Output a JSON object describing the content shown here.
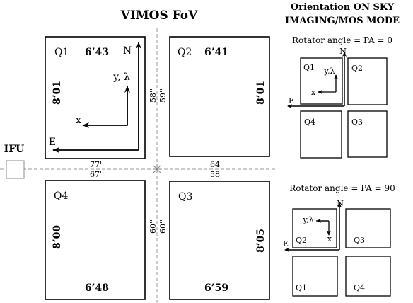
{
  "title": "VIMOS FoV",
  "side_title_1": "Orientation ON SKY",
  "side_title_2": "IMAGING/MOS MODE",
  "ifu_label": "IFU",
  "quadrants": {
    "q1": {
      "name": "Q1",
      "width": "6’43",
      "height": "8’01"
    },
    "q2": {
      "name": "Q2",
      "width": "6’41",
      "height": "8’01"
    },
    "q3": {
      "name": "Q3",
      "width": "6’59",
      "height": "8’05"
    },
    "q4": {
      "name": "Q4",
      "width": "6’48",
      "height": "8’00"
    }
  },
  "axes": {
    "north": "N",
    "east": "E",
    "x": "x",
    "y": "y, λ",
    "y_small": "y,λ"
  },
  "gaps": {
    "top_vertical_a": "58''",
    "top_vertical_b": "59''",
    "left_horizontal_a": "77''",
    "left_horizontal_b": "67''",
    "right_horizontal_a": "64''",
    "right_horizontal_b": "58''",
    "bottom_vertical_a": "60''",
    "bottom_vertical_b": "60''"
  },
  "panel_pa0": {
    "label": "Rotator angle = PA = 0",
    "quadrants": [
      "Q1",
      "Q2",
      "Q4",
      "Q3"
    ]
  },
  "panel_pa90": {
    "label": "Rotator angle = PA = 90",
    "quadrants": [
      "Q2",
      "Q3",
      "Q1",
      "Q4"
    ]
  }
}
